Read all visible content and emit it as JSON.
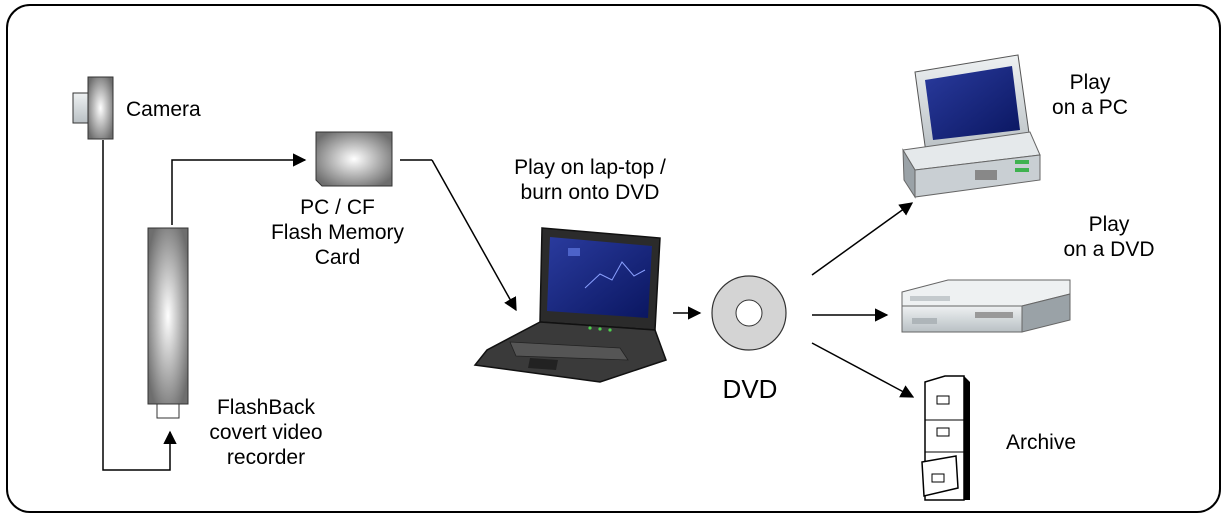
{
  "labels": {
    "camera": "Camera",
    "card_line1": "PC / CF",
    "card_line2": "Flash Memory",
    "card_line3": "Card",
    "laptop_line1": "Play on lap-top /",
    "laptop_line2": "burn onto DVD",
    "dvd": "DVD",
    "pc_line1": "Play",
    "pc_line2": "on a PC",
    "dvdplayer_line1": "Play",
    "dvdplayer_line2": "on a DVD",
    "archive": "Archive",
    "recorder_line1": "FlashBack",
    "recorder_line2": "covert video",
    "recorder_line3": "recorder"
  },
  "icons": {
    "camera": "camera-icon",
    "recorder": "video-recorder-icon",
    "card": "flash-memory-card-icon",
    "laptop": "laptop-icon",
    "disc": "dvd-disc-icon",
    "pc": "desktop-pc-icon",
    "dvd_player": "dvd-player-icon",
    "cabinet": "filing-cabinet-icon"
  },
  "colors": {
    "border": "#000000",
    "device_gray": "#8a8a8a",
    "screen_blue": "#0a1a8a",
    "device_light": "#d8dde0"
  }
}
